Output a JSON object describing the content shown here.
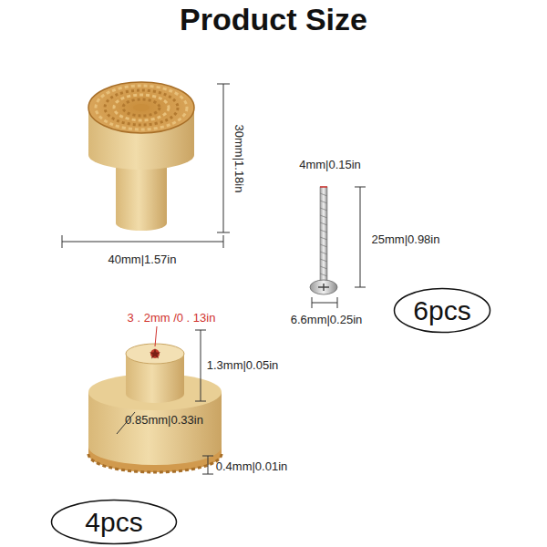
{
  "diagram": {
    "title": "Product Size",
    "nodes": [
      {
        "text": [
          "6pcs"
        ]
      },
      {
        "text": [
          "4pcs"
        ]
      }
    ],
    "labels": [
      "30mm|1.18in",
      "40mm|1.57in",
      "4mm|0.15in",
      "25mm|0.98in",
      "6.6mm|0.25in",
      "3 . 2mm /0 . 13in",
      "1.3mm|0.05in",
      "0.85mm|0.33in",
      "0.4mm|0.01in"
    ]
  }
}
